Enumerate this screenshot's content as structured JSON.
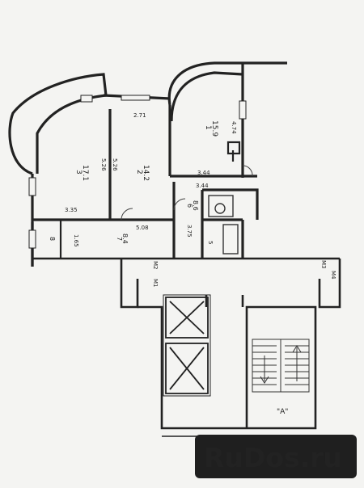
{
  "rooms": [
    {
      "id": "1",
      "area": "15.9"
    },
    {
      "id": "2",
      "area": "14.2"
    },
    {
      "id": "3",
      "area": "17.1"
    },
    {
      "id": "6",
      "area": "8.6"
    },
    {
      "id": "7",
      "area": "8.4"
    },
    {
      "id": "8",
      "area": ""
    }
  ],
  "dimensions": [
    "2.71",
    "4.74",
    "5.26",
    "5.26",
    "3.44",
    "3.44",
    "3.35",
    "5.08",
    "3.75",
    "1.65",
    "5"
  ],
  "labels": {
    "m1_left": "M1",
    "m2_left": "M2",
    "m3_right": "M3",
    "m4_right": "M4",
    "section": "\"A\""
  },
  "watermark": {
    "brand": "RuDos.ru",
    "color": "#1f1f1f",
    "text_color": "#ffffff"
  }
}
